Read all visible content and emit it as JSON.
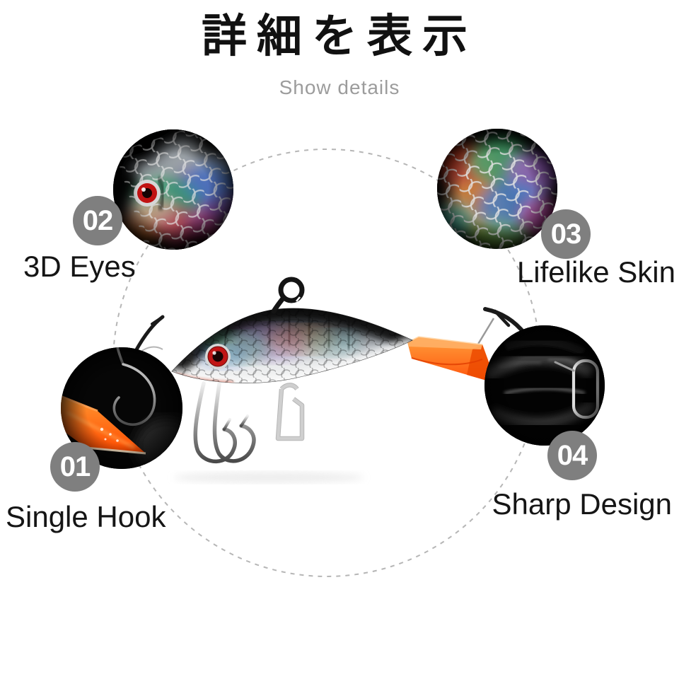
{
  "page": {
    "title_ja": "詳細を表示",
    "subtitle": "Show details"
  },
  "features": [
    {
      "number": "01",
      "label": "Single Hook"
    },
    {
      "number": "02",
      "label": "3D Eyes"
    },
    {
      "number": "03",
      "label": "Lifelike Skin"
    },
    {
      "number": "04",
      "label": "Sharp Design"
    }
  ],
  "illustration": {
    "subject": "ice-jig fishing lure with holographic scale body, red 3D eye, top line-tie loop, belly hooks with snap clip, orange tail fin and rear hook"
  },
  "colors": {
    "background": "#ffffff",
    "title_black": "#111111",
    "subtitle_gray": "#9c9c9c",
    "label_black": "#151515",
    "badge_gray": "#7f7f7f",
    "badge_text": "#ffffff",
    "accent_orange": "#ff5a00",
    "dashed_line": "#b6b6b6"
  }
}
